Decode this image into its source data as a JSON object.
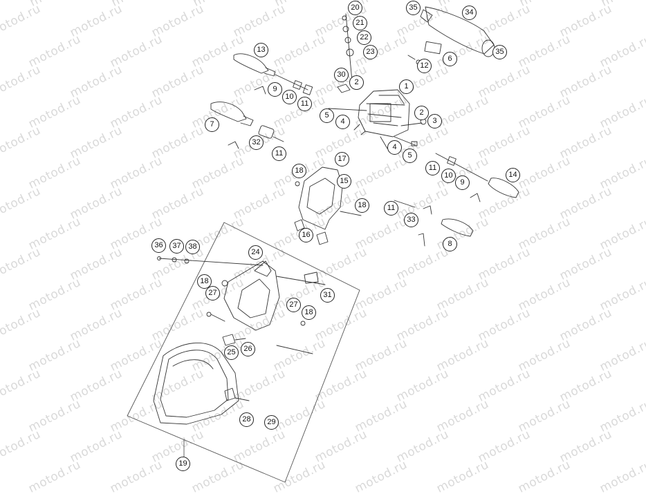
{
  "watermark": {
    "text": "motod.ru"
  },
  "parts": [
    {
      "id": "p1",
      "label": "1"
    },
    {
      "id": "p2a",
      "label": "2"
    },
    {
      "id": "p2b",
      "label": "2"
    },
    {
      "id": "p3",
      "label": "3"
    },
    {
      "id": "p4a",
      "label": "4"
    },
    {
      "id": "p4b",
      "label": "4"
    },
    {
      "id": "p5a",
      "label": "5"
    },
    {
      "id": "p5b",
      "label": "5"
    },
    {
      "id": "p6",
      "label": "6"
    },
    {
      "id": "p7",
      "label": "7"
    },
    {
      "id": "p8",
      "label": "8"
    },
    {
      "id": "p9a",
      "label": "9"
    },
    {
      "id": "p9b",
      "label": "9"
    },
    {
      "id": "p10a",
      "label": "10"
    },
    {
      "id": "p10b",
      "label": "10"
    },
    {
      "id": "p11a",
      "label": "11"
    },
    {
      "id": "p11b",
      "label": "11"
    },
    {
      "id": "p11c",
      "label": "11"
    },
    {
      "id": "p11d",
      "label": "11"
    },
    {
      "id": "p12",
      "label": "12"
    },
    {
      "id": "p13",
      "label": "13"
    },
    {
      "id": "p14",
      "label": "14"
    },
    {
      "id": "p15",
      "label": "15"
    },
    {
      "id": "p16",
      "label": "16"
    },
    {
      "id": "p17",
      "label": "17"
    },
    {
      "id": "p18a",
      "label": "18"
    },
    {
      "id": "p18b",
      "label": "18"
    },
    {
      "id": "p18c",
      "label": "18"
    },
    {
      "id": "p18d",
      "label": "18"
    },
    {
      "id": "p19",
      "label": "19"
    },
    {
      "id": "p20",
      "label": "20"
    },
    {
      "id": "p21",
      "label": "21"
    },
    {
      "id": "p22",
      "label": "22"
    },
    {
      "id": "p23",
      "label": "23"
    },
    {
      "id": "p24",
      "label": "24"
    },
    {
      "id": "p25",
      "label": "25"
    },
    {
      "id": "p26",
      "label": "26"
    },
    {
      "id": "p27a",
      "label": "27"
    },
    {
      "id": "p27b",
      "label": "27"
    },
    {
      "id": "p28",
      "label": "28"
    },
    {
      "id": "p29",
      "label": "29"
    },
    {
      "id": "p30",
      "label": "30"
    },
    {
      "id": "p31",
      "label": "31"
    },
    {
      "id": "p32",
      "label": "32"
    },
    {
      "id": "p33",
      "label": "33"
    },
    {
      "id": "p34",
      "label": "34"
    },
    {
      "id": "p35a",
      "label": "35"
    },
    {
      "id": "p35b",
      "label": "35"
    },
    {
      "id": "p36",
      "label": "36"
    },
    {
      "id": "p37",
      "label": "37"
    },
    {
      "id": "p38",
      "label": "38"
    }
  ]
}
